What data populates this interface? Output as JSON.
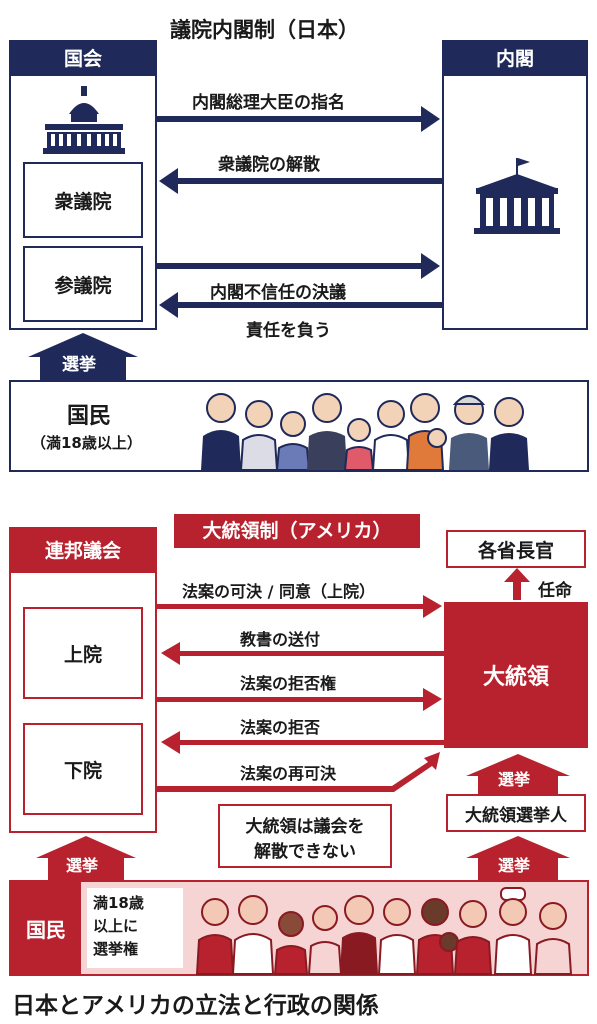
{
  "japan": {
    "title": "議院内閣制（日本）",
    "diet": {
      "label": "国会",
      "lower": "衆議院",
      "upper": "参議院"
    },
    "cabinet": {
      "label": "内閣"
    },
    "arrows": {
      "nominate": "内閣総理大臣の指名",
      "dissolve": "衆議院の解散",
      "no_confidence": "内閣不信任の決議",
      "responsibility": "責任を負う"
    },
    "election": "選挙",
    "people": {
      "label": "国民",
      "sub": "（満18歳以上）"
    }
  },
  "usa": {
    "title": "大統領制（アメリカ）",
    "congress": {
      "label": "連邦議会",
      "upper": "上院",
      "lower": "下院"
    },
    "president": {
      "label": "大統領"
    },
    "secretaries": {
      "label": "各省長官",
      "appoint": "任命"
    },
    "arrows": {
      "pass_consent": "法案の可決 / 同意（上院）",
      "message": "教書の送付",
      "veto_power": "法案の拒否権",
      "veto": "法案の拒否",
      "repass": "法案の再可決"
    },
    "no_dissolve_line1": "大統領は議会を",
    "no_dissolve_line2": "解散できない",
    "election": "選挙",
    "electors": "大統領選挙人",
    "election2": "選挙",
    "people": {
      "label": "国民",
      "sub1": "満18歳",
      "sub2": "以上に",
      "sub3": "選挙権"
    }
  },
  "caption": "日本とアメリカの立法と行政の関係",
  "colors": {
    "navy": "#1f2a5a",
    "red": "#b8222e",
    "pink": "#f6d4d4"
  },
  "icons": [
    "diet-building-icon",
    "cabinet-building-icon",
    "people-crowd-icon"
  ]
}
